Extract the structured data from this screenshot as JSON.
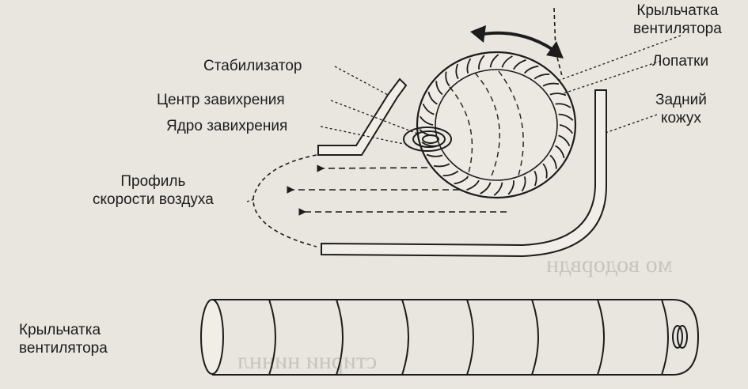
{
  "labels": {
    "impeller_top": [
      "Крыльчатка",
      "вентилятора"
    ],
    "stabilizer": "Стабилизатор",
    "blades": "Лопатки",
    "vortex_center": "Центр завихрения",
    "rear_casing": [
      "Задний",
      "кожух"
    ],
    "vortex_core": "Ядро завихрения",
    "velocity_profile": [
      "Профиль",
      "скорости воздуха"
    ],
    "impeller_bottom": [
      "Крыльчатка",
      "вентилятора"
    ]
  },
  "bleed_through": [
    "мо водорвдн",
    "стирни ниннл"
  ],
  "colors": {
    "ink": "#1c1c1c",
    "paper": "#e9e6df"
  }
}
